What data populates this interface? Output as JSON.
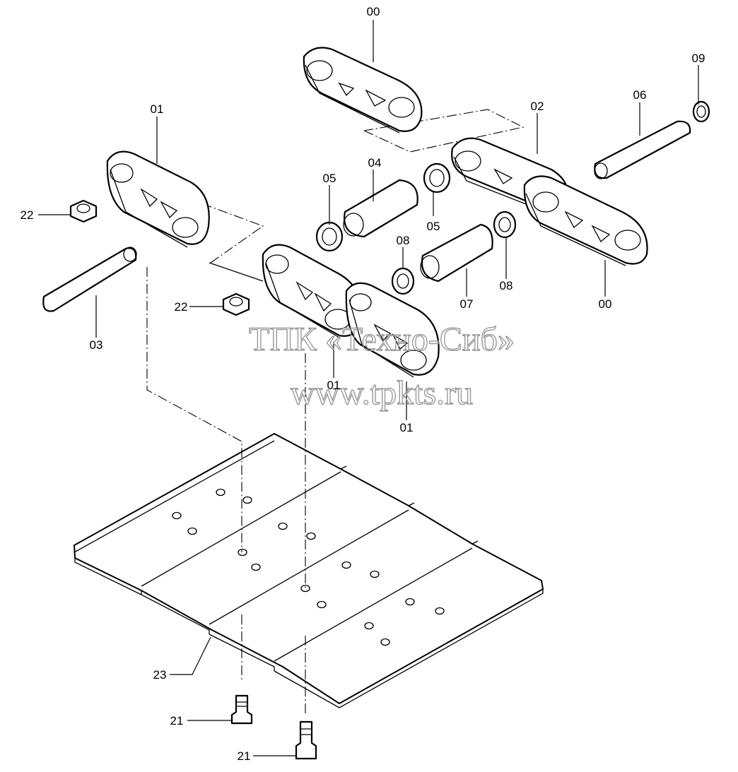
{
  "watermark": {
    "company": "ТПК «Техно-Сиб»",
    "url": "www.tpkts.ru"
  },
  "callouts": [
    {
      "id": "c-00-top",
      "text": "00"
    },
    {
      "id": "c-01-left",
      "text": "01"
    },
    {
      "id": "c-02",
      "text": "02"
    },
    {
      "id": "c-06",
      "text": "06"
    },
    {
      "id": "c-09",
      "text": "09"
    },
    {
      "id": "c-22-top",
      "text": "22"
    },
    {
      "id": "c-04",
      "text": "04"
    },
    {
      "id": "c-05-left",
      "text": "05"
    },
    {
      "id": "c-05-right",
      "text": "05"
    },
    {
      "id": "c-08-left",
      "text": "08"
    },
    {
      "id": "c-08-right",
      "text": "08"
    },
    {
      "id": "c-07",
      "text": "07"
    },
    {
      "id": "c-00-right",
      "text": "00"
    },
    {
      "id": "c-22-mid",
      "text": "22"
    },
    {
      "id": "c-03",
      "text": "03"
    },
    {
      "id": "c-01-mid",
      "text": "01"
    },
    {
      "id": "c-01-bottom",
      "text": "01"
    },
    {
      "id": "c-23",
      "text": "23"
    },
    {
      "id": "c-21-top",
      "text": "21"
    },
    {
      "id": "c-21-bottom",
      "text": "21"
    }
  ]
}
